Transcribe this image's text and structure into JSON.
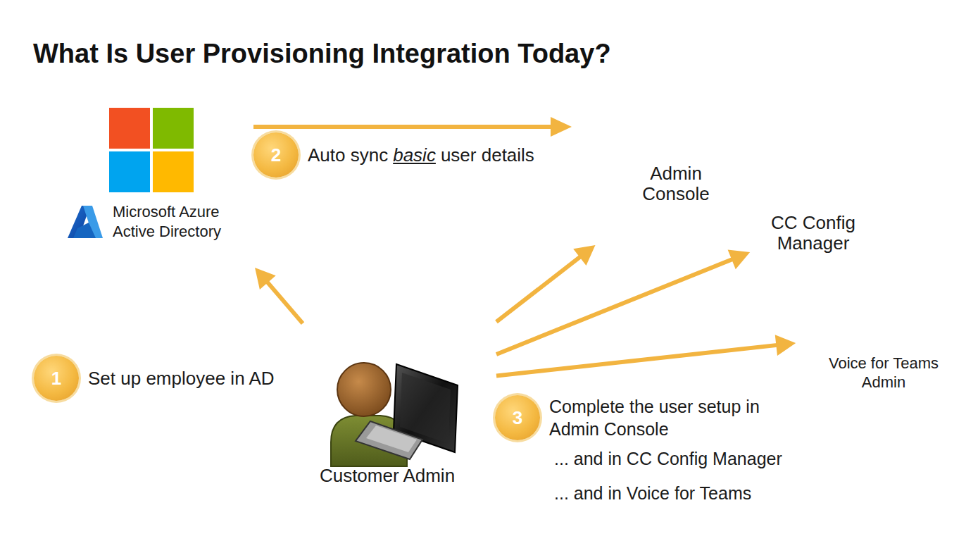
{
  "diagram": {
    "title": "What Is User Provisioning Integration Today?",
    "nodes": [
      {
        "text": [
          "Microsoft Azure Active Directory"
        ]
      },
      {
        "text": [
          "Admin Console"
        ]
      },
      {
        "text": [
          "CC Config Manager"
        ]
      },
      {
        "text": [
          "Voice for Teams Admin"
        ]
      },
      {
        "text": [
          "Customer Admin"
        ]
      }
    ],
    "edges": [
      {
        "from": 4,
        "to": 0,
        "arrow": "to"
      },
      {
        "from": 4,
        "to": 1,
        "arrow": "to"
      },
      {
        "from": 4,
        "to": 2,
        "arrow": "to"
      },
      {
        "from": 4,
        "to": 3,
        "arrow": "to"
      }
    ],
    "labels": [
      "1",
      "Set up employee in AD",
      "2",
      "Auto sync",
      "basic",
      "user details",
      "3",
      "Complete the user setup in Admin Console",
      "... and in CC Config Manager",
      "... and in Voice for Teams"
    ]
  }
}
